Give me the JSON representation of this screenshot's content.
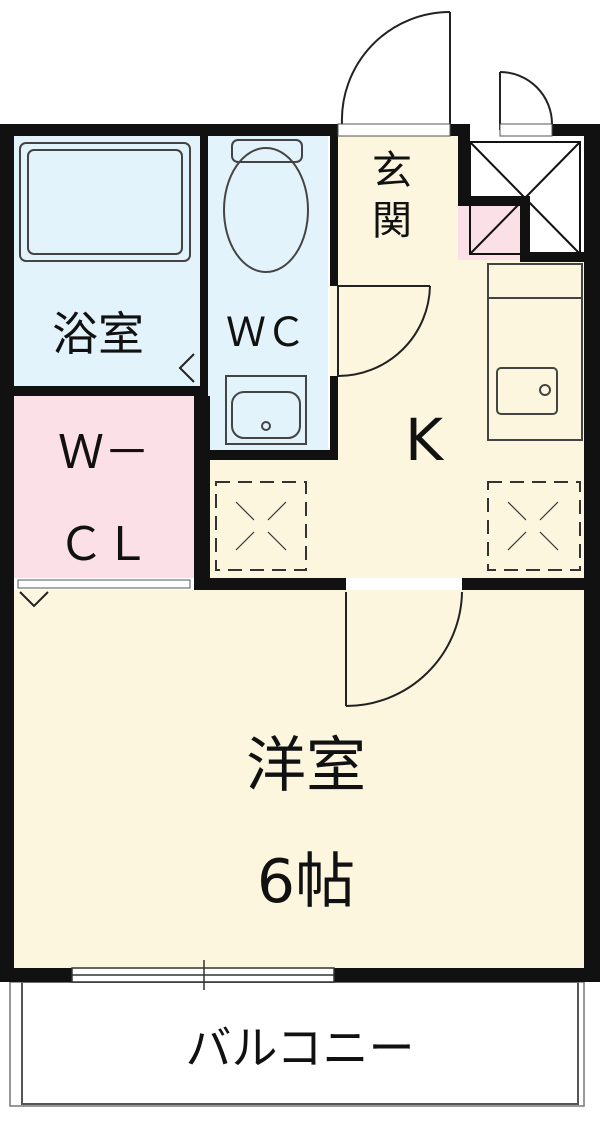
{
  "rooms": {
    "bath": "浴室",
    "wc": "ＷＣ",
    "entrance_line1": "玄",
    "entrance_line2": "関",
    "kitchen": "K",
    "closet_line1": "Ｗ－",
    "closet_line2": "ＣＬ",
    "western_room": "洋室",
    "western_room_size": "6帖",
    "balcony": "バルコニー"
  },
  "colors": {
    "wall": "#111111",
    "bath_fill": "#e3f3fb",
    "wc_fill": "#e3f3fb",
    "closet_fill": "#fbe0e8",
    "kitchen_fill": "#fcf6df",
    "room_fill": "#fcf6df",
    "entrance_fill": "#fcf6df",
    "shoebox_fill": "#fbe0e8",
    "balcony_fill": "#ffffff"
  }
}
